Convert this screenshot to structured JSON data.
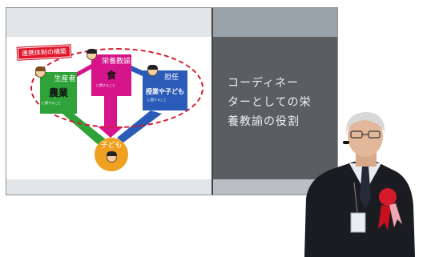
{
  "slide": {
    "right_panel_lines": [
      "コーディネー",
      "ターとしての栄",
      "養教諭の役割"
    ]
  },
  "diagram": {
    "title_tag": "連携体制の構築",
    "producer": {
      "label": "生産者",
      "sub": "農業",
      "sub_small": "に関すること"
    },
    "teacher": {
      "label": "栄養教諭",
      "sub": "食",
      "sub_small": "に関すること"
    },
    "homeroom": {
      "label": "担任",
      "sub": "授業や子ども",
      "sub_small": "に関すること"
    },
    "child": {
      "label": "子ども"
    }
  },
  "colors": {
    "producer": "#2fa33a",
    "teacher": "#d6158b",
    "homeroom": "#2a5bb8",
    "child": "#f0a020",
    "accent_red": "#e0152a",
    "dark_panel": "#5a5e60"
  },
  "icons": [
    "person-icon",
    "rosette-icon",
    "badge-icon"
  ]
}
